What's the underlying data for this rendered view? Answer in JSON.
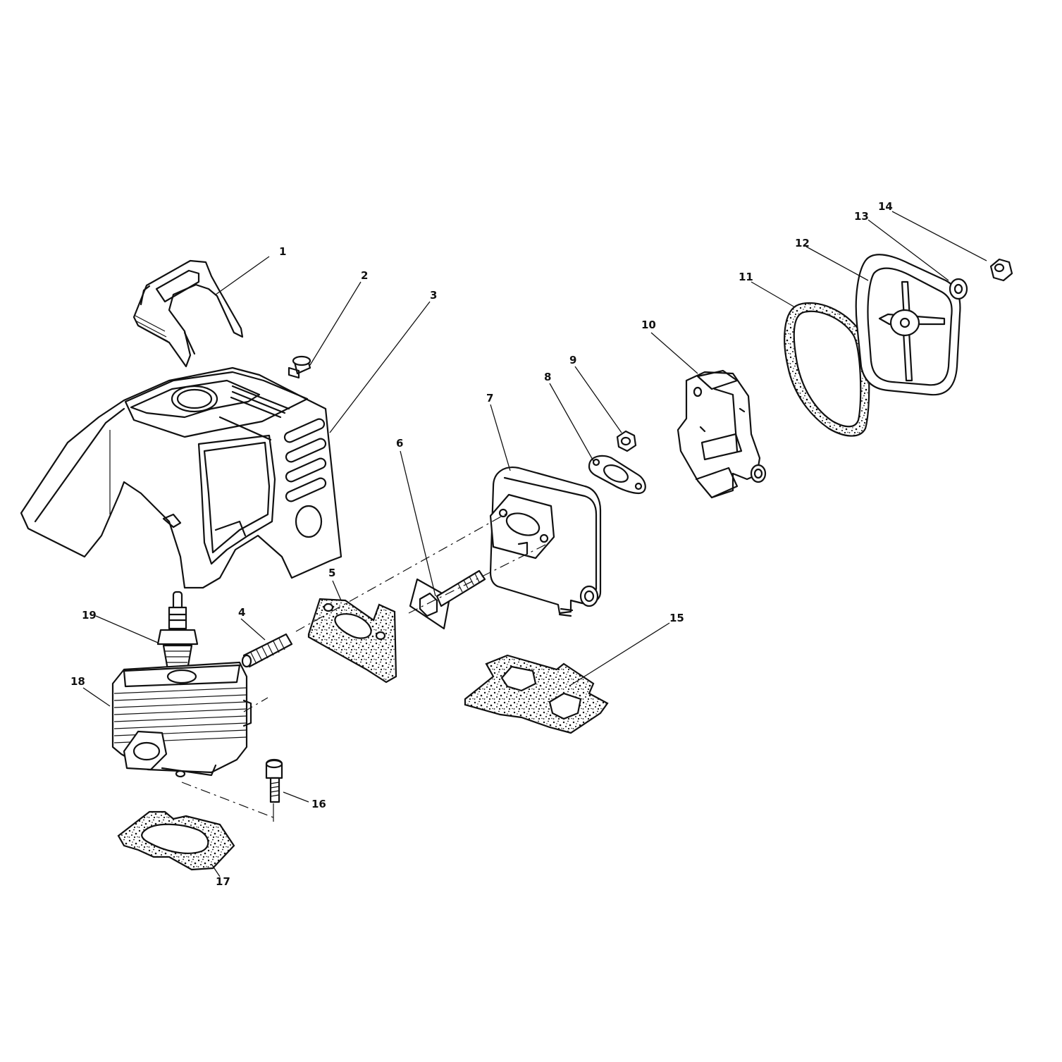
{
  "parts": [
    {
      "id": "part-1",
      "number": "1"
    },
    {
      "id": "part-2",
      "number": "2"
    },
    {
      "id": "part-3",
      "number": "3"
    },
    {
      "id": "part-4",
      "number": "4"
    },
    {
      "id": "part-5",
      "number": "5"
    },
    {
      "id": "part-6",
      "number": "6"
    },
    {
      "id": "part-7",
      "number": "7"
    },
    {
      "id": "part-8",
      "number": "8"
    },
    {
      "id": "part-9",
      "number": "9"
    },
    {
      "id": "part-10",
      "number": "10"
    },
    {
      "id": "part-11",
      "number": "11"
    },
    {
      "id": "part-12",
      "number": "12"
    },
    {
      "id": "part-13",
      "number": "13"
    },
    {
      "id": "part-14",
      "number": "14"
    },
    {
      "id": "part-15",
      "number": "15"
    },
    {
      "id": "part-16",
      "number": "16"
    },
    {
      "id": "part-17",
      "number": "17"
    },
    {
      "id": "part-18",
      "number": "18"
    },
    {
      "id": "part-19",
      "number": "19"
    }
  ]
}
